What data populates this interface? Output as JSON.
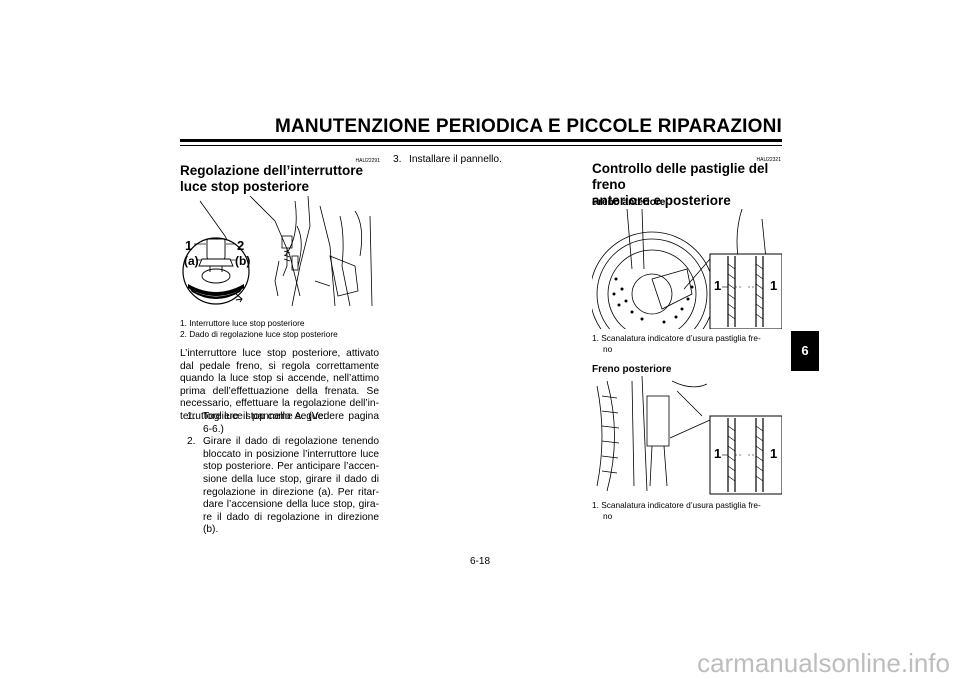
{
  "header": {
    "title": "MANUTENZIONE PERIODICA E PICCOLE RIPARAZIONI"
  },
  "left": {
    "code": "HAU22291",
    "heading": "Regolazione dell’interruttore luce stop posteriore",
    "heading_line1": "Regolazione dell’interruttore",
    "heading_line2": "luce stop posteriore",
    "figure_labels": {
      "l1": "1",
      "l2": "2",
      "la": "(a)",
      "lb": "(b)"
    },
    "captions": [
      "1.  Interruttore luce stop posteriore",
      "2.  Dado di regolazione luce stop posteriore"
    ],
    "paragraph": "L’interruttore luce stop posteriore, attivato dal pedale freno, si regola correttamente quando la luce stop si accende, nell’attimo prima dell’effettuazione della frenata. Se necessario, effettuare la regolazione dell’in-terruttore luce stop come segue:",
    "steps": [
      {
        "num": "1.",
        "text": "Togliere il pannello A. (Vedere pagina 6-6.)"
      },
      {
        "num": "2.",
        "text": "Girare il dado di regolazione tenendo bloccato in posizione l’interruttore luce stop posteriore. Per anticipare l’accen-sione della luce stop, girare il dado di regolazione in direzione (a). Per ritar-dare l’accensione della luce stop, gira-re il dado di regolazione in direzione (b)."
      }
    ]
  },
  "middle": {
    "step3": {
      "num": "3.",
      "text": "Installare il pannello."
    }
  },
  "right": {
    "code": "HAU22321",
    "heading_line1": "Controllo delle pastiglie del freno",
    "heading_line2": "anteriore e posteriore",
    "front": {
      "title": "Freno anteriore",
      "label_left": "1",
      "label_right": "1",
      "caption_line1": "1.  Scanalatura indicatore d’usura pastiglia fre-",
      "caption_line2": "no"
    },
    "rear": {
      "title": "Freno posteriore",
      "label_left": "1",
      "label_right": "1",
      "caption_line1": "1.  Scanalatura indicatore d’usura pastiglia fre-",
      "caption_line2": "no"
    }
  },
  "tab": {
    "label": "6"
  },
  "footer": {
    "page": "6-18"
  },
  "watermark": {
    "text": "carmanualsonline.info"
  }
}
